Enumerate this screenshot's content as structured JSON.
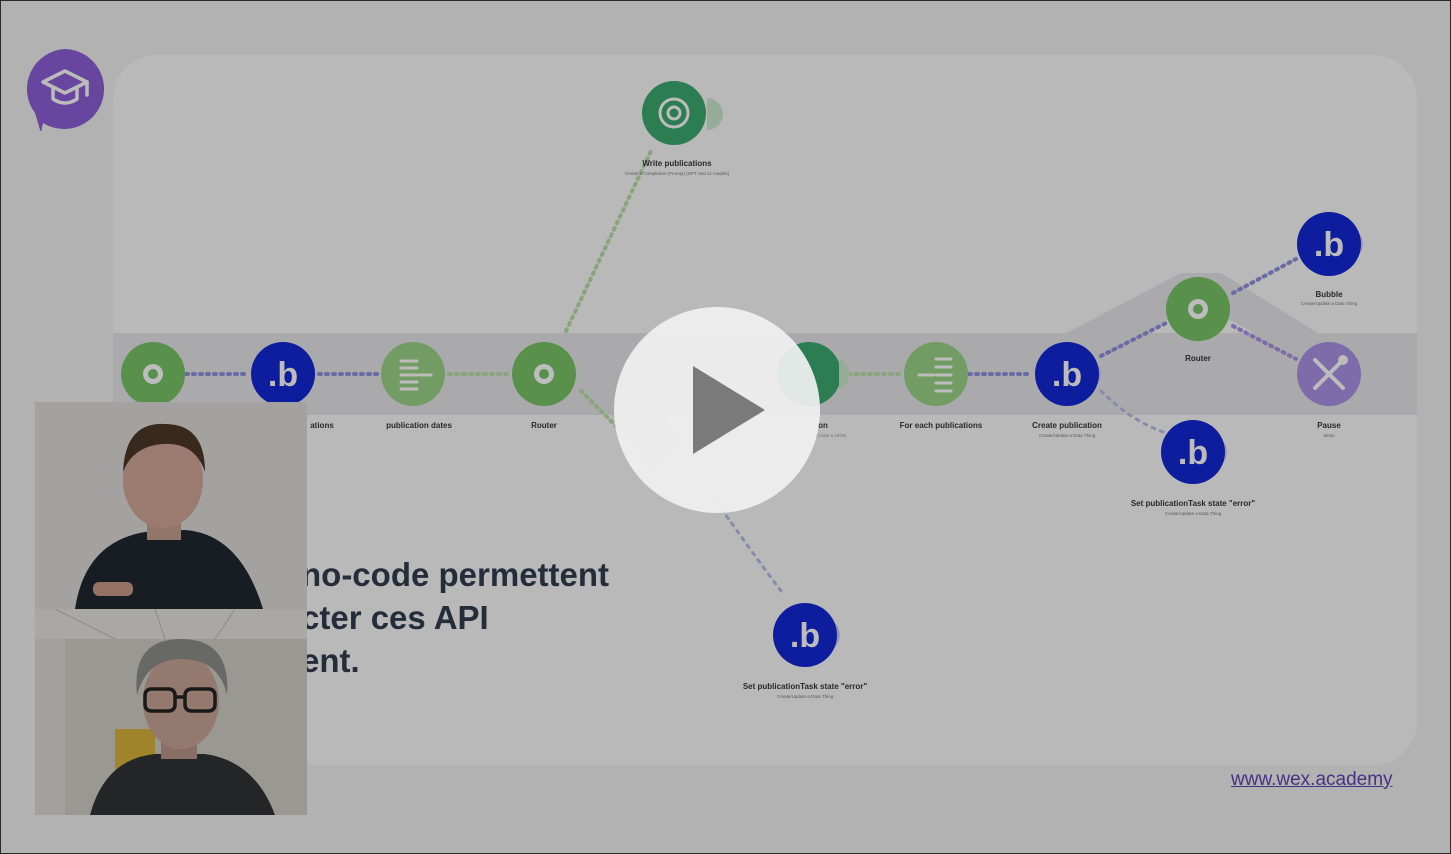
{
  "slide": {
    "headline_lines": [
      "no-code permettent",
      "cter ces API",
      "ent."
    ],
    "site_link": "www.wex.academy"
  },
  "scenario": {
    "nodes": [
      {
        "label": "Write publications",
        "sub": "Create a Completion (Prompt) (GPT and o1 models)"
      },
      {
        "label": "ations",
        "sub": ""
      },
      {
        "label": "publication dates",
        "sub": ""
      },
      {
        "label": "Router",
        "sub": ""
      },
      {
        "label": "on",
        "sub": "Create a JSON"
      },
      {
        "label": "For each publications",
        "sub": ""
      },
      {
        "label": "Create publication",
        "sub": "Create/Update a Data Thing"
      },
      {
        "label": "Router",
        "sub": ""
      },
      {
        "label": "Bubble",
        "sub": "Create/Update a Data Thing"
      },
      {
        "label": "Pause",
        "sub": "Sleep"
      },
      {
        "label": "Set publicationTask state \"error\"",
        "sub": "Create/Update a Data Thing"
      },
      {
        "label": "Set publicationTask state \"error\"",
        "sub": "Create/Update a Data Thing"
      }
    ],
    "colors": {
      "green_module": "#76c365",
      "openai_module": "#3aa86e",
      "bubble_module": "#0e22d6",
      "tools_module": "#a88fe6",
      "route_band": "#e7e7e9"
    }
  },
  "participants": [
    {
      "tile": "speaker-top"
    },
    {
      "tile": "speaker-bottom"
    }
  ],
  "icons": {
    "logo": "graduation-cap-icon",
    "play": "play-icon"
  },
  "brand_color": "#8b5ad6"
}
